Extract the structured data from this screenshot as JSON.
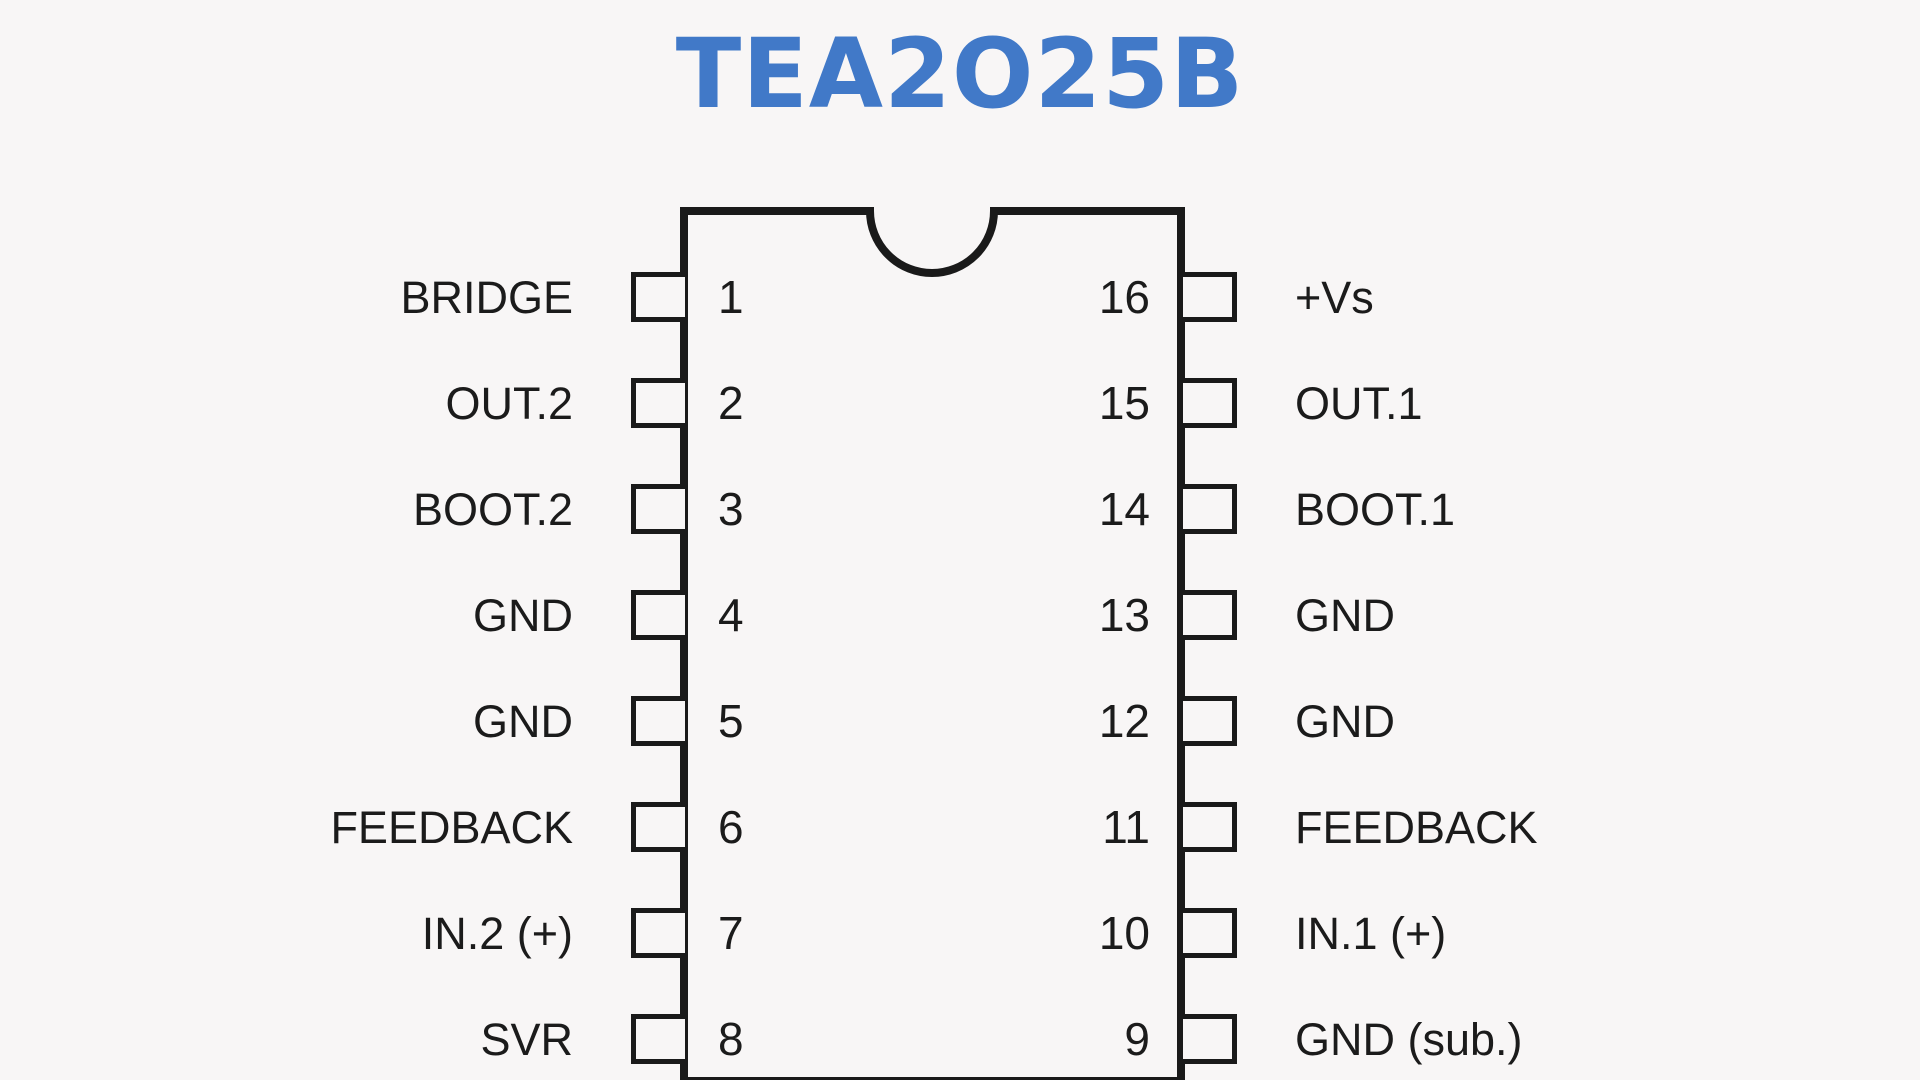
{
  "title": "TEA2O25B",
  "part": {
    "name": "TEA2025B",
    "package": "DIP-16",
    "pin_count": 16
  },
  "colors": {
    "title": "#4179c8",
    "outline": "#1a1a1a",
    "label_text": "#1b1b1b",
    "background": "#f8f6f6",
    "body_fill": "#f8f6f6"
  },
  "pins": {
    "left": [
      {
        "number": "1",
        "label": "BRIDGE"
      },
      {
        "number": "2",
        "label": "OUT.2"
      },
      {
        "number": "3",
        "label": "BOOT.2"
      },
      {
        "number": "4",
        "label": "GND"
      },
      {
        "number": "5",
        "label": "GND"
      },
      {
        "number": "6",
        "label": "FEEDBACK"
      },
      {
        "number": "7",
        "label": "IN.2 (+)"
      },
      {
        "number": "8",
        "label": "SVR"
      }
    ],
    "right": [
      {
        "number": "16",
        "label": "+Vs"
      },
      {
        "number": "15",
        "label": "OUT.1"
      },
      {
        "number": "14",
        "label": "BOOT.1"
      },
      {
        "number": "13",
        "label": "GND"
      },
      {
        "number": "12",
        "label": "GND"
      },
      {
        "number": "11",
        "label": "FEEDBACK"
      },
      {
        "number": "10",
        "label": "IN.1 (+)"
      },
      {
        "number": "9",
        "label": "GND (sub.)"
      }
    ]
  }
}
